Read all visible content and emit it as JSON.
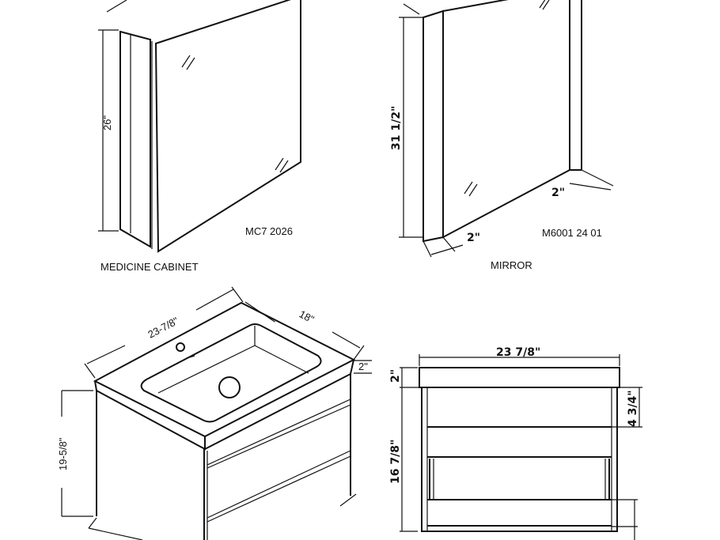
{
  "medicine_cabinet": {
    "height_dim": "26\"",
    "model": "MC7 2026",
    "caption": "MEDICINE CABINET"
  },
  "mirror": {
    "height_dim": "31 1/2\"",
    "depth_dim_right": "2\"",
    "depth_dim_bottom": "2\"",
    "model": "M6001 24 01",
    "caption": "MIRROR"
  },
  "vanity_iso": {
    "width_dim": "23-7/8\"",
    "depth_dim": "18\"",
    "top_thickness_dim": "2\"",
    "height_dim": "19-5/8\""
  },
  "vanity_front": {
    "width_dim": "23 7/8\"",
    "top_thickness_dim": "2\"",
    "drawer_dim": "4 3/4\"",
    "height_dim": "16 7/8\""
  }
}
